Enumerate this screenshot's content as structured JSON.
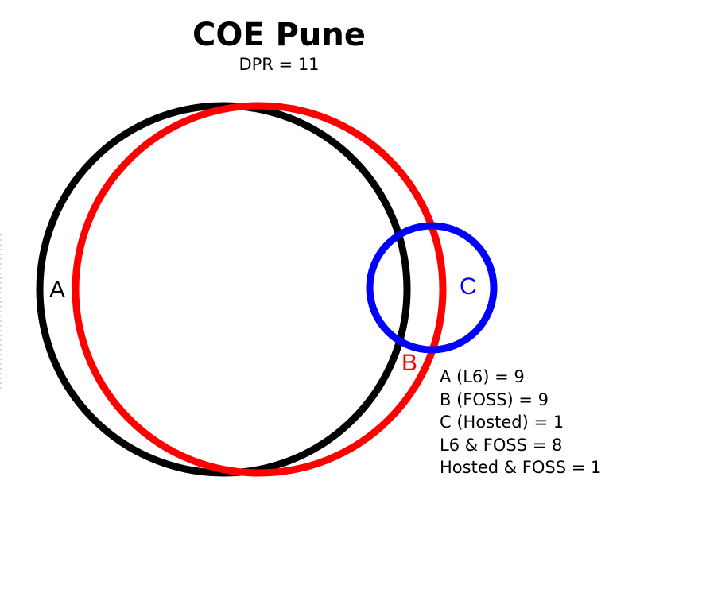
{
  "title": "COE Pune",
  "subtitle": "DPR = 11",
  "sets": {
    "a": {
      "label": "A",
      "color": "#000000"
    },
    "b": {
      "label": "B",
      "color": "#ff0000"
    },
    "c": {
      "label": "C",
      "color": "#0000ff"
    }
  },
  "legend": [
    "A (L6) = 9",
    "B (FOSS) = 9",
    "C (Hosted) = 1",
    "L6 & FOSS = 8",
    "Hosted & FOSS = 1"
  ]
}
